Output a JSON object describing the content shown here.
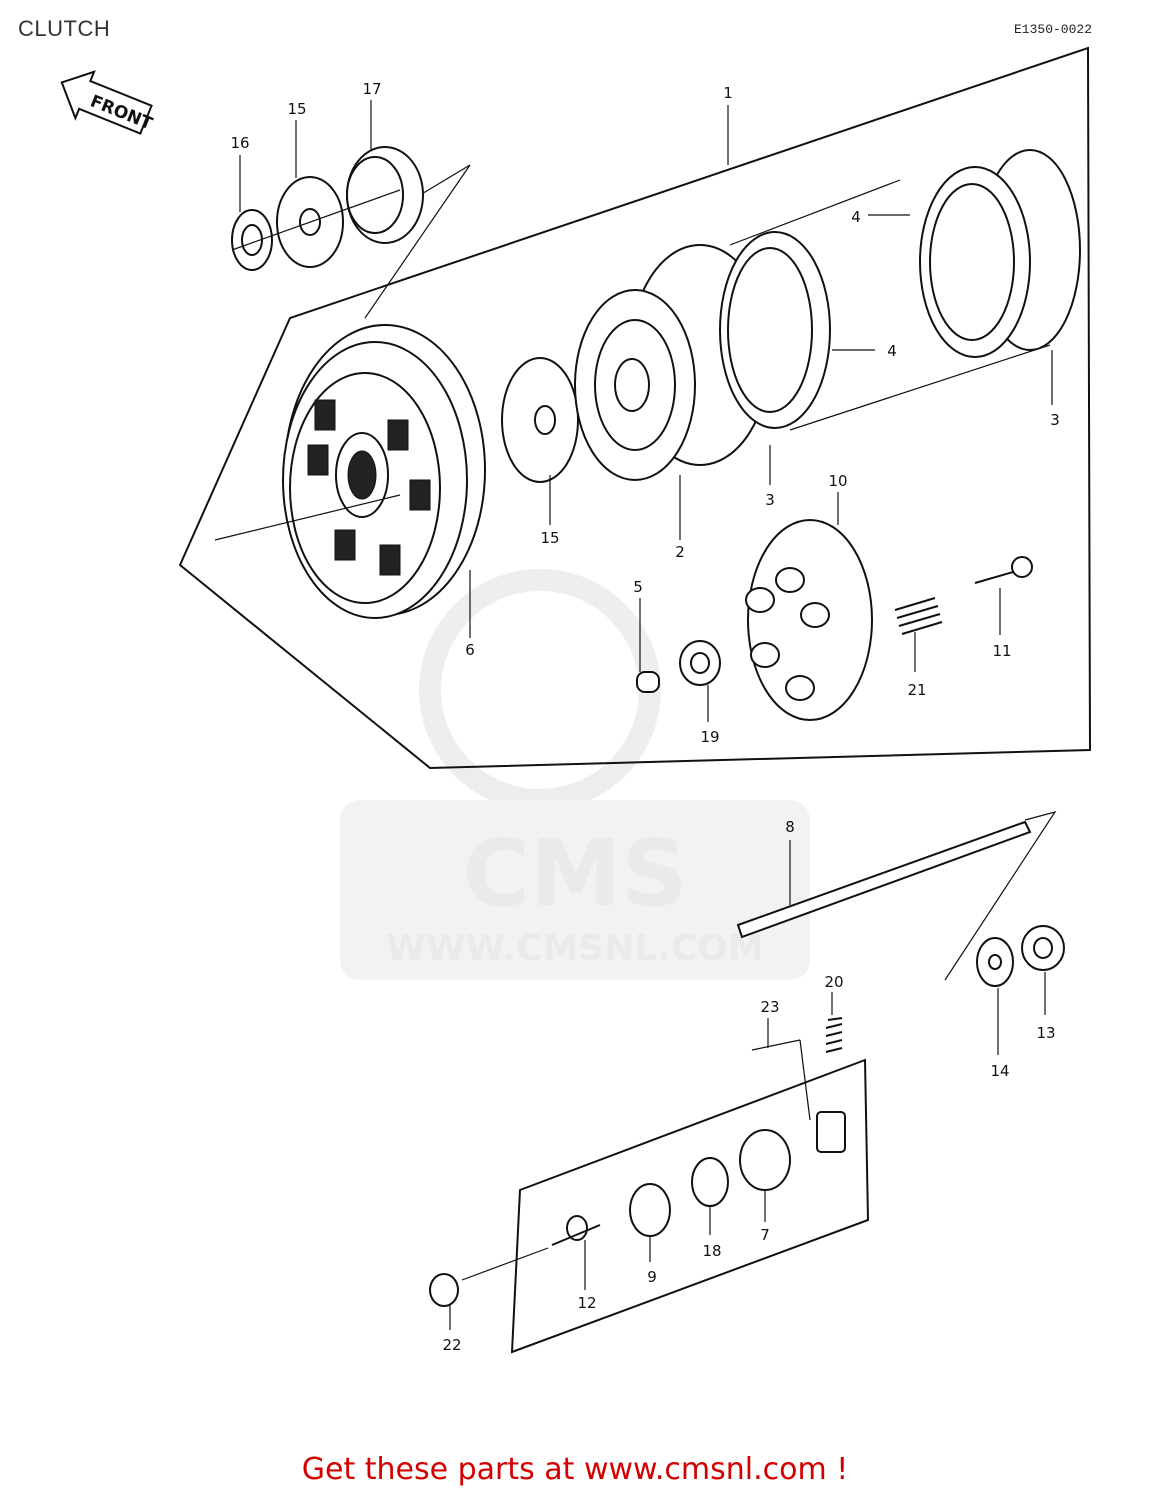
{
  "header": {
    "title": "CLUTCH",
    "code": "E1350-0022"
  },
  "front_arrow": {
    "label": "FRONT"
  },
  "watermark": {
    "logo": "CMS",
    "url": "WWW.CMSNL.COM"
  },
  "callouts": [
    "1",
    "2",
    "3",
    "3",
    "4",
    "4",
    "5",
    "6",
    "7",
    "8",
    "9",
    "10",
    "11",
    "12",
    "13",
    "14",
    "15",
    "15",
    "16",
    "17",
    "18",
    "19",
    "20",
    "21",
    "22",
    "23"
  ],
  "footer": {
    "link_text": "Get these parts at www.cmsnl.com !"
  }
}
